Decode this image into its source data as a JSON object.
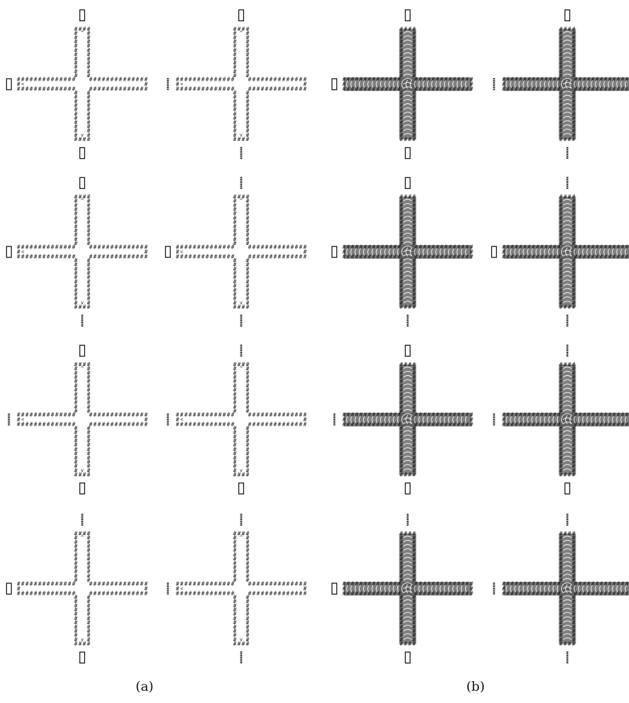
{
  "captions": {
    "a": "(a)",
    "b": "(b)"
  },
  "legend_glyphs": {
    "wall": "#",
    "start_arrow_up": "^",
    "start_arrow_left": "<",
    "start_arrow_down": "v"
  },
  "colors": {
    "wall": "#111111",
    "fill": "#555555",
    "background": "#ffffff"
  },
  "panels": [
    {
      "id": "a",
      "filled": false,
      "grid": [
        [
          {
            "top": "box",
            "left": "box",
            "bottom": "box",
            "startArms": [
              "top",
              "left",
              "bottom"
            ]
          },
          {
            "top": "box",
            "left": "bar",
            "bottom": "bar",
            "startArms": [
              "top",
              "left",
              "bottom"
            ]
          }
        ],
        [
          {
            "top": "box",
            "left": "box",
            "bottom": "bar",
            "startArms": [
              "top",
              "left",
              "bottom"
            ]
          },
          {
            "top": "bar",
            "left": "box",
            "bottom": "bar",
            "startArms": [
              "top",
              "left",
              "bottom"
            ]
          }
        ],
        [
          {
            "top": "box",
            "left": "bar",
            "bottom": "box",
            "startArms": [
              "top",
              "left",
              "bottom"
            ]
          },
          {
            "top": "bar",
            "left": "bar",
            "bottom": "box",
            "startArms": [
              "top",
              "left",
              "bottom"
            ]
          }
        ],
        [
          {
            "top": "bar",
            "left": "box",
            "bottom": "box",
            "startArms": [
              "top",
              "bottom"
            ]
          },
          {
            "top": "bar",
            "left": "bar",
            "bottom": "bar",
            "startArms": [
              "top",
              "left",
              "bottom"
            ]
          }
        ]
      ]
    },
    {
      "id": "b",
      "filled": true,
      "grid": [
        [
          {
            "top": "box",
            "left": "box",
            "bottom": "box",
            "pattern": "dense"
          },
          {
            "top": "box",
            "left": "bar",
            "bottom": "bar",
            "pattern": "mixed"
          }
        ],
        [
          {
            "top": "box",
            "left": "box",
            "bottom": "bar",
            "pattern": "mixed"
          },
          {
            "top": "bar",
            "left": "box",
            "bottom": "bar",
            "pattern": "mixed"
          }
        ],
        [
          {
            "top": "box",
            "left": "bar",
            "bottom": "box",
            "pattern": "mixed"
          },
          {
            "top": "bar",
            "left": "bar",
            "bottom": "box",
            "pattern": "mixed"
          }
        ],
        [
          {
            "top": "bar",
            "left": "box",
            "bottom": "box",
            "pattern": "mixed"
          },
          {
            "top": "bar",
            "left": "bar",
            "bottom": "bar",
            "pattern": "mixed"
          }
        ]
      ]
    }
  ]
}
